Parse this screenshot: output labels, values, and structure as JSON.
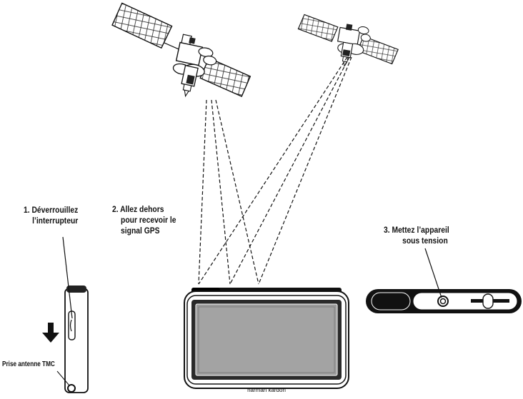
{
  "steps": {
    "step1": {
      "line1": "1. Déverrouillez",
      "line2": "l’interrupteur"
    },
    "step2": {
      "line1": "2. Allez  dehors",
      "line2": "pour recevoir le",
      "line3": "signal GPS"
    },
    "step3": {
      "line1": "3. Mettez l’appareil",
      "line2": "sous tension"
    }
  },
  "tmc_label": "Prise antenne TMC",
  "brand": "harman kardon",
  "colors": {
    "ink": "#111111",
    "screen": "#9c9c9c",
    "bezel": "#2a2a2a"
  },
  "icons": [
    "satellite-icon",
    "down-arrow-icon",
    "power-button-icon"
  ]
}
